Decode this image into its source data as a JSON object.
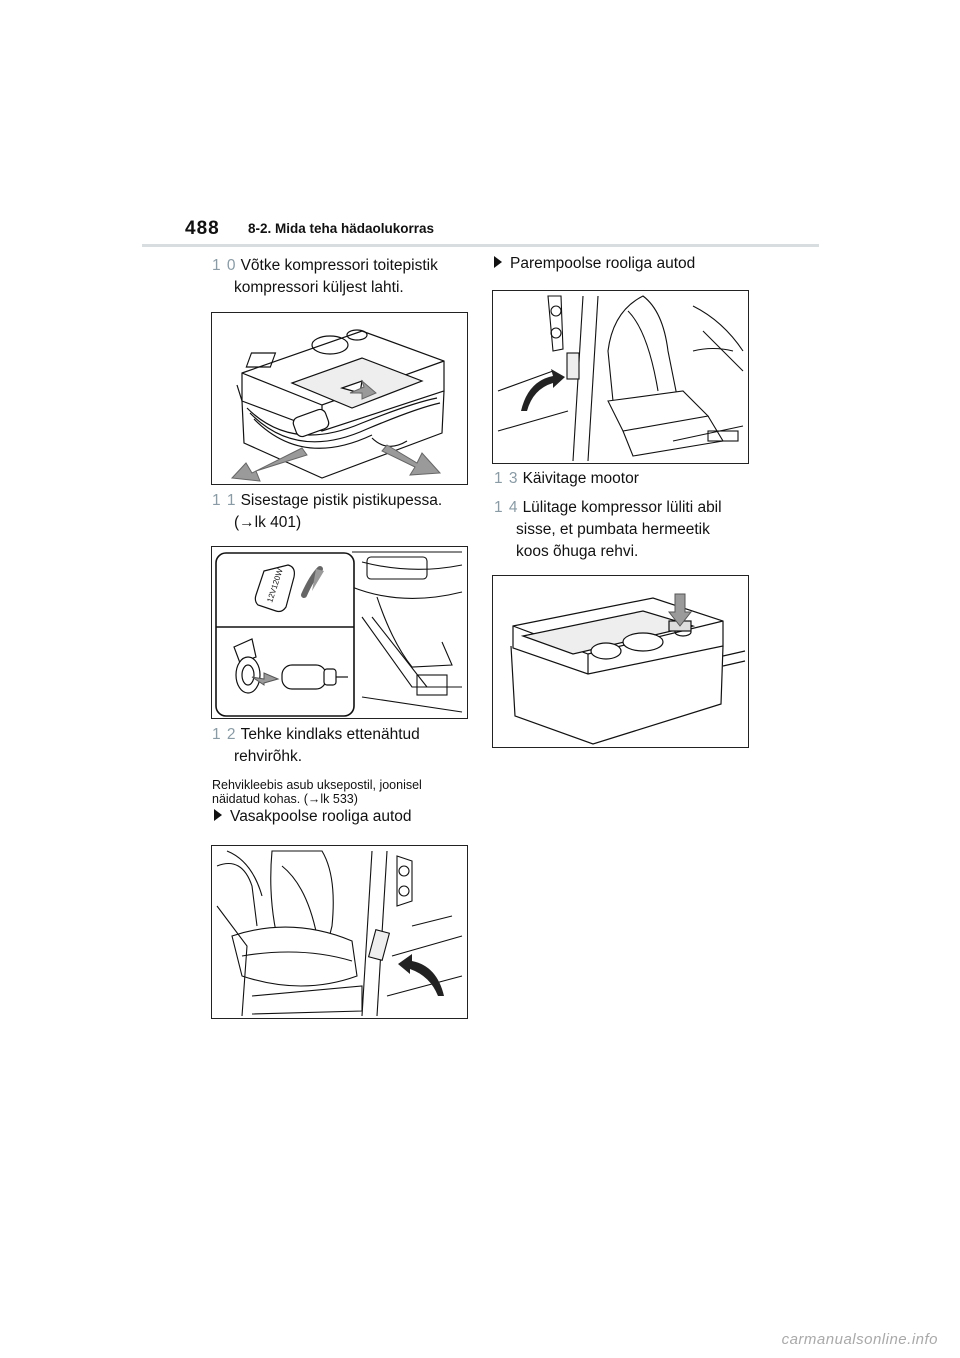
{
  "header": {
    "page_number": "488",
    "section_title": "8-2. Mida teha hädaolukorras"
  },
  "steps": {
    "s10": {
      "num": "1 0",
      "line1": "Võtke kompressori toitepistik",
      "line2": "kompressori küljest lahti."
    },
    "s11": {
      "num": "1 1",
      "line1": "Sisestage pistik pistikupessa.",
      "line2": "(→lk 401)"
    },
    "s12": {
      "num": "1 2",
      "line1": "Tehke kindlaks ettenähtud",
      "line2": "rehvirõhk."
    },
    "s13": {
      "num": "1 3",
      "line1": "Käivitage mootor"
    },
    "s14": {
      "num": "1 4",
      "line1": "Lülitage kompressor lüliti abil",
      "line2": "sisse, et pumbata hermeetik",
      "line3": "koos õhuga rehvi."
    }
  },
  "note": {
    "line1": "Rehvikleebis asub uksepostil, joonisel",
    "line2": "näidatud kohas. (→lk 533)"
  },
  "bullets": {
    "left_hand": "Vasakpoolse rooliga autod",
    "right_hand": "Parempoolse rooliga autod"
  },
  "figures": {
    "socket_cap_text": "12V120W"
  },
  "watermark": "carmanualsonline.info"
}
